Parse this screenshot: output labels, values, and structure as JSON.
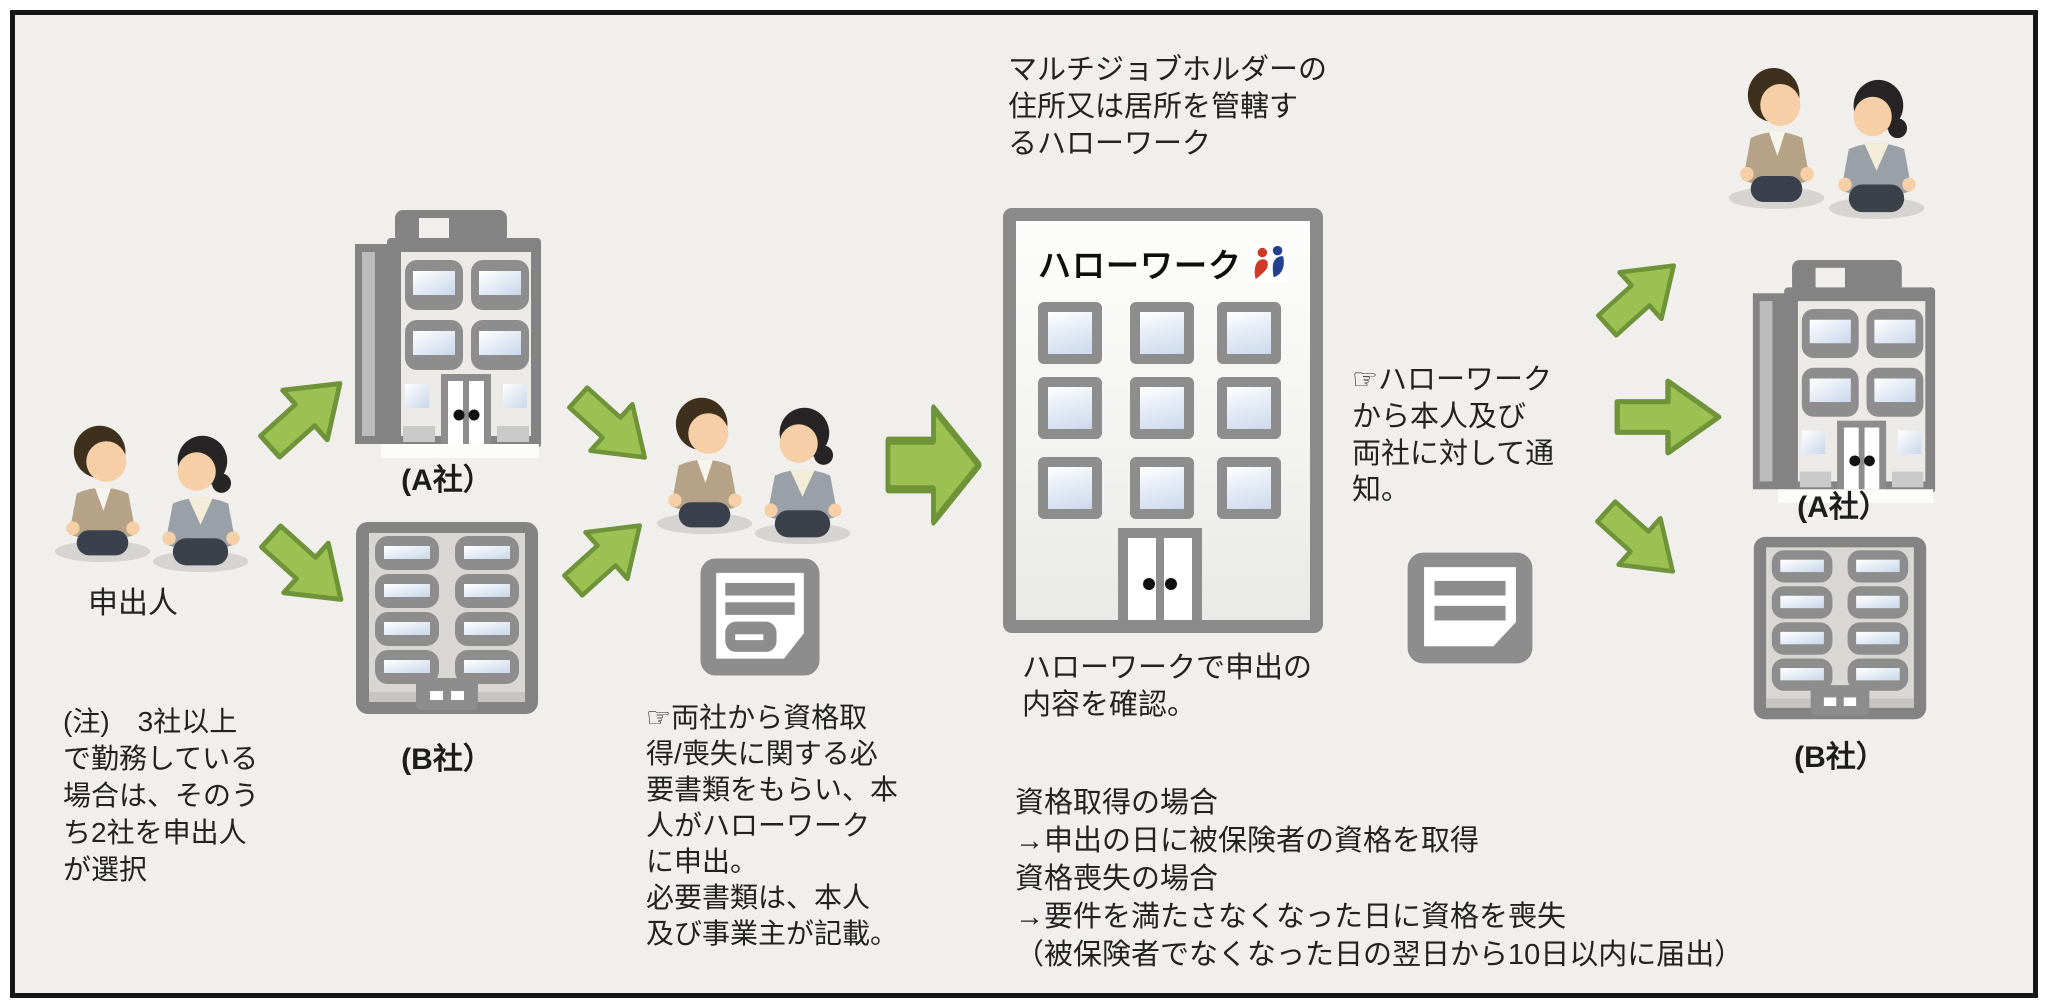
{
  "diagram": {
    "top_caption": "マルチジョブホルダーの\n住所又は居所を管轄す\nるハローワーク",
    "applicant": {
      "label": "申出人",
      "note": "(注)　3社以上\nで勤務している\n場合は、そのう\nち2社を申出人\nが選択"
    },
    "left_companies": {
      "company_a_label": "(A社）",
      "company_b_label": "(B社）"
    },
    "application": {
      "doc_note": "☞両社から資格取\n得/喪失に関する必\n要書類をもらい、本\n人がハローワーク\nに申出。\n必要書類は、本人\n及び事業主が記載。"
    },
    "hellowork": {
      "sign": "ハローワーク",
      "check_note": "ハローワークで申出の\n内容を確認。",
      "result_note": "資格取得の場合\n→申出の日に被保険者の資格を取得\n資格喪失の場合\n→要件を満たさなくなった日に資格を喪失\n（被保険者でなくなった日の翌日から10日以内に届出）"
    },
    "notification": {
      "note": "☞ハローワーク\nから本人及び\n両社に対して通\n知。"
    },
    "right_companies": {
      "company_a_label": "(A社）",
      "company_b_label": "(B社）"
    },
    "colors": {
      "arrow_green": "#9cc153",
      "arrow_green_border": "#6f9339",
      "building_gray": "#838383",
      "background": "#f0efeb",
      "logo_red": "#cf3a28",
      "logo_blue": "#23418f"
    }
  }
}
